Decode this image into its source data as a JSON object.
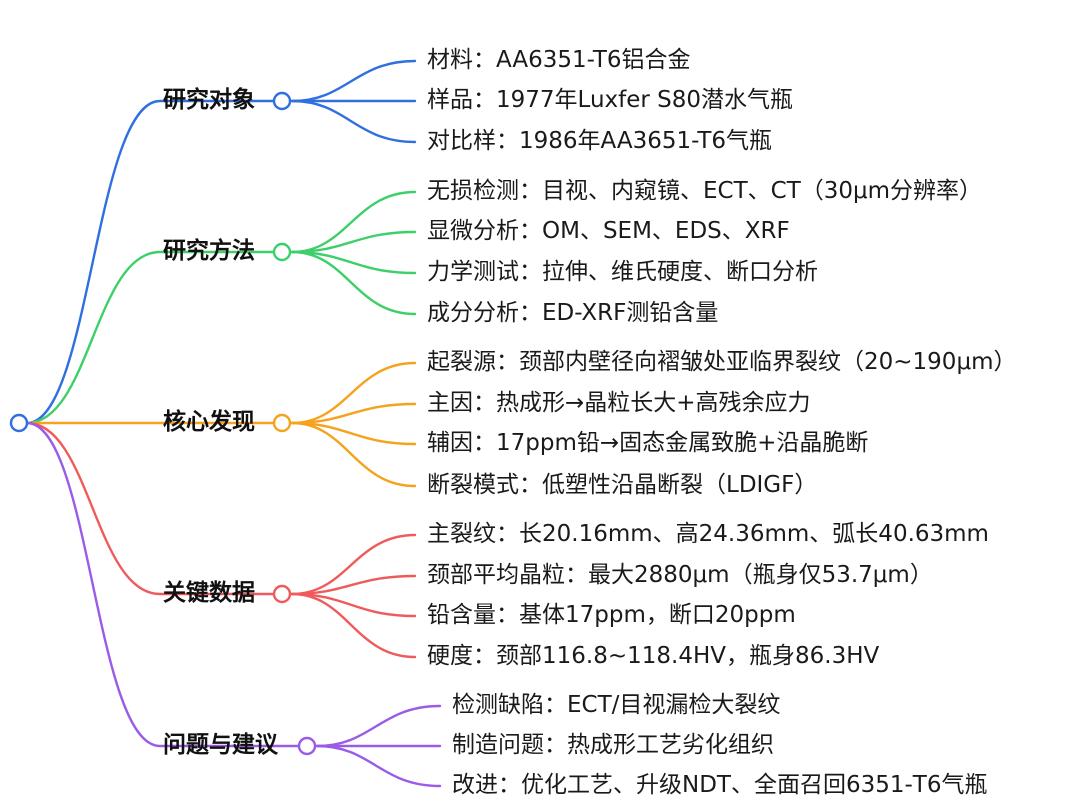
{
  "colors": {
    "blue": "#2f6fe0",
    "green": "#3ccf6a",
    "orange": "#f5a21c",
    "red": "#ef5b5b",
    "purple": "#9a5ce6"
  },
  "branches": [
    {
      "label": "研究对象",
      "color": "#2f6fe0",
      "children": [
        "材料：AA6351-T6铝合金",
        "样品：1977年Luxfer S80潜水气瓶",
        "对比样：1986年AA3651-T6气瓶"
      ]
    },
    {
      "label": "研究方法",
      "color": "#3ccf6a",
      "children": [
        "无损检测：目视、内窥镜、ECT、CT（30μm分辨率）",
        "显微分析：OM、SEM、EDS、XRF",
        "力学测试：拉伸、维氏硬度、断口分析",
        "成分分析：ED-XRF测铅含量"
      ]
    },
    {
      "label": "核心发现",
      "color": "#f5a21c",
      "children": [
        "起裂源：颈部内壁径向褶皱处亚临界裂纹（20~190μm）",
        "主因：热成形→晶粒长大+高残余应力",
        "辅因：17ppm铅→固态金属致脆+沿晶脆断",
        "断裂模式：低塑性沿晶断裂（LDIGF）"
      ]
    },
    {
      "label": "关键数据",
      "color": "#ef5b5b",
      "children": [
        "主裂纹：长20.16mm、高24.36mm、弧长40.63mm",
        "颈部平均晶粒：最大2880μm（瓶身仅53.7μm）",
        "铅含量：基体17ppm，断口20ppm",
        "硬度：颈部116.8~118.4HV，瓶身86.3HV"
      ]
    },
    {
      "label": "问题与建议",
      "color": "#9a5ce6",
      "children": [
        "检测缺陷：ECT/目视漏检大裂纹",
        "制造问题：热成形工艺劣化组织",
        "改进：优化工艺、升级NDT、全面召回6351-T6气瓶"
      ]
    }
  ]
}
